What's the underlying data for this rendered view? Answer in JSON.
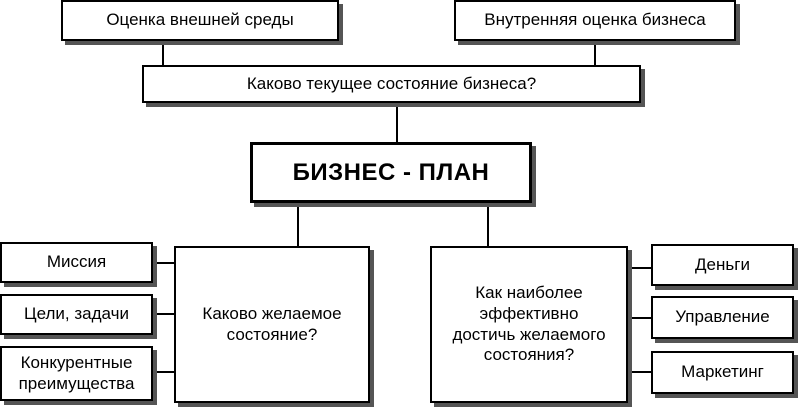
{
  "top_left": "Оценка внешней среды",
  "top_right": "Внутренняя оценка бизнеса",
  "current_state": "Каково текущее состояние бизнеса?",
  "business_plan": "БИЗНЕС - ПЛАН",
  "desired_state": "Каково желаемое состояние?",
  "how_to_achieve": "Как наиболее эффективно достичь желаемого состояния?",
  "left_items": [
    "Миссия",
    "Цели, задачи",
    "Конкурентные преимущества"
  ],
  "right_items": [
    "Деньги",
    "Управление",
    "Маркетинг"
  ]
}
